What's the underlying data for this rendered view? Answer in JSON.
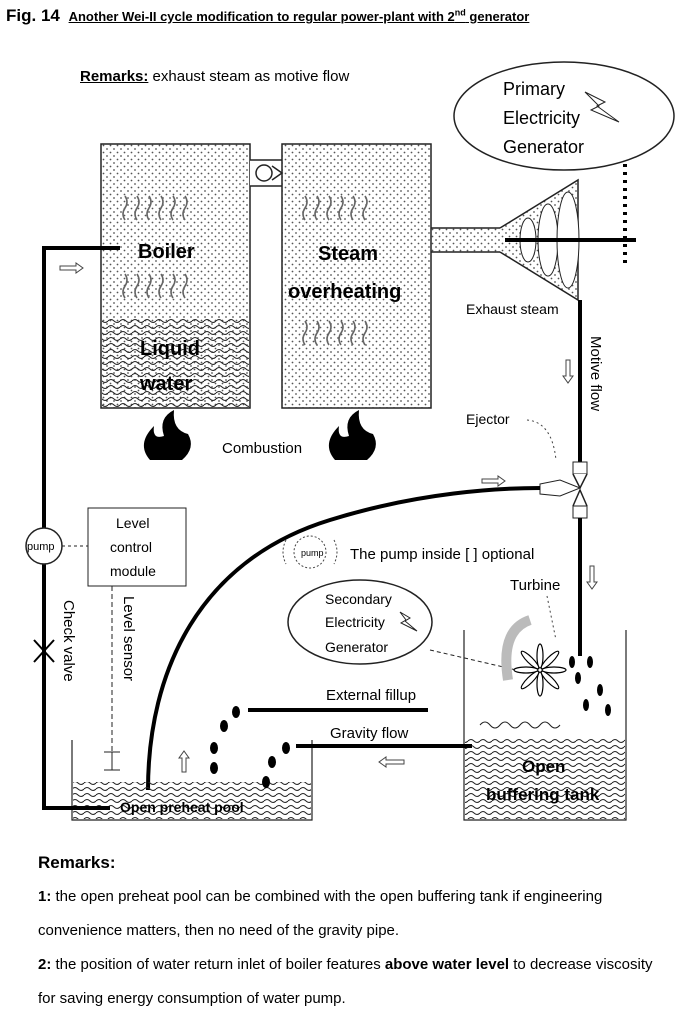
{
  "title": {
    "fig": "Fig. 14",
    "text": "Another Wei-II cycle modification to regular power-plant with 2",
    "sup": "nd",
    "tail": " generator"
  },
  "remarks_top": {
    "key": "Remarks:",
    "text": " exhaust steam as motive flow"
  },
  "labels": {
    "primary_l1": "Primary",
    "primary_l2": "Electricity",
    "primary_l3": "Generator",
    "boiler": "Boiler",
    "liquid_l1": "Liquid",
    "liquid_l2": "water",
    "steam_l1": "Steam",
    "steam_l2": "overheating",
    "exhaust": "Exhaust steam",
    "motive": "Motive flow",
    "ejector": "Ejector",
    "combustion": "Combustion",
    "pump": "pump",
    "level_l1": "Level",
    "level_l2": "control",
    "level_l3": "module",
    "level_sensor": "Level sensor",
    "check_valve": "Check valve",
    "pump_optional": "The pump inside [ ] optional",
    "turbine": "Turbine",
    "secondary_l1": "Secondary",
    "secondary_l2": "Electricity",
    "secondary_l3": "Generator",
    "external": "External fillup",
    "gravity": "Gravity flow",
    "preheat": "Open preheat pool",
    "tank_l1": "Open",
    "tank_l2": "buffering tank"
  },
  "bottom": {
    "head": "Remarks:",
    "r1_num": "1:",
    "r1_text": " the open preheat pool can be combined with the open buffering tank if engineering convenience matters, then no need of the gravity pipe.",
    "r2_num": "2:",
    "r2_text_a": " the position of water return inlet of boiler features ",
    "r2_bold": "above water level",
    "r2_text_b": " to decrease viscosity for saving energy consumption of water pump."
  }
}
